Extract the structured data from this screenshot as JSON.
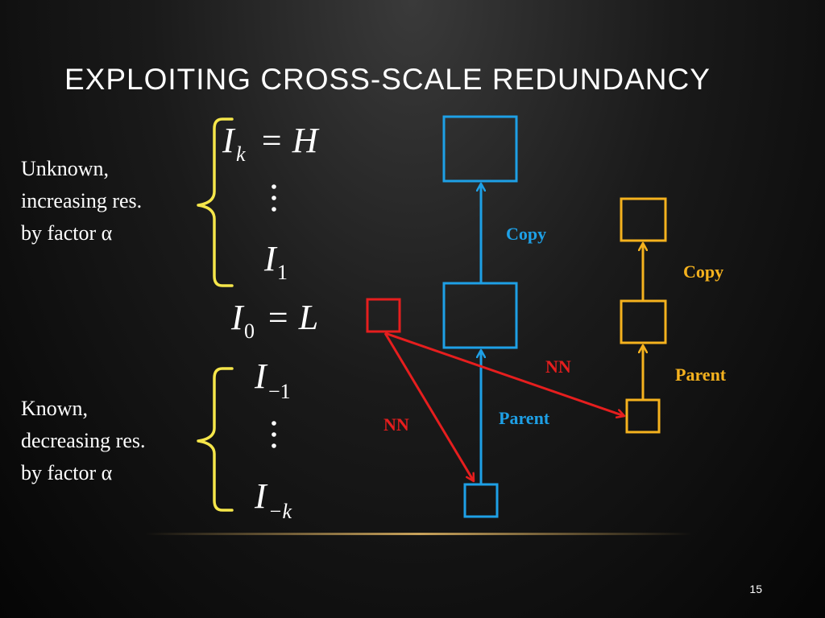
{
  "slide": {
    "title": "EXPLOITING CROSS-SCALE REDUNDANCY",
    "page_number": "15"
  },
  "unknown_label": {
    "lines": [
      "Unknown,",
      "increasing res.",
      "by factor α"
    ]
  },
  "known_label": {
    "lines": [
      "Known,",
      "decreasing res.",
      "by factor α"
    ]
  },
  "equations": {
    "ik": {
      "base": "I",
      "sub": "k",
      "rhs": "= H"
    },
    "i1": {
      "base": "I",
      "sub": "1"
    },
    "i0": {
      "base": "I",
      "sub": "0",
      "rhs": "= L"
    },
    "im1": {
      "base": "I",
      "sub": "−1"
    },
    "imk": {
      "base": "I",
      "sub": "−k"
    }
  },
  "arrow_labels": {
    "blue_copy": "Copy",
    "blue_parent": "Parent",
    "orange_copy": "Copy",
    "orange_parent": "Parent",
    "red_nn_upper": "NN",
    "red_nn_lower": "NN"
  },
  "colors": {
    "background": "#000000",
    "text": "#ffffff",
    "brace": "#f5e64a",
    "blue": "#1ea0e6",
    "orange": "#f5b21e",
    "red": "#e61e1e",
    "footer_line": "#c8a25a"
  }
}
